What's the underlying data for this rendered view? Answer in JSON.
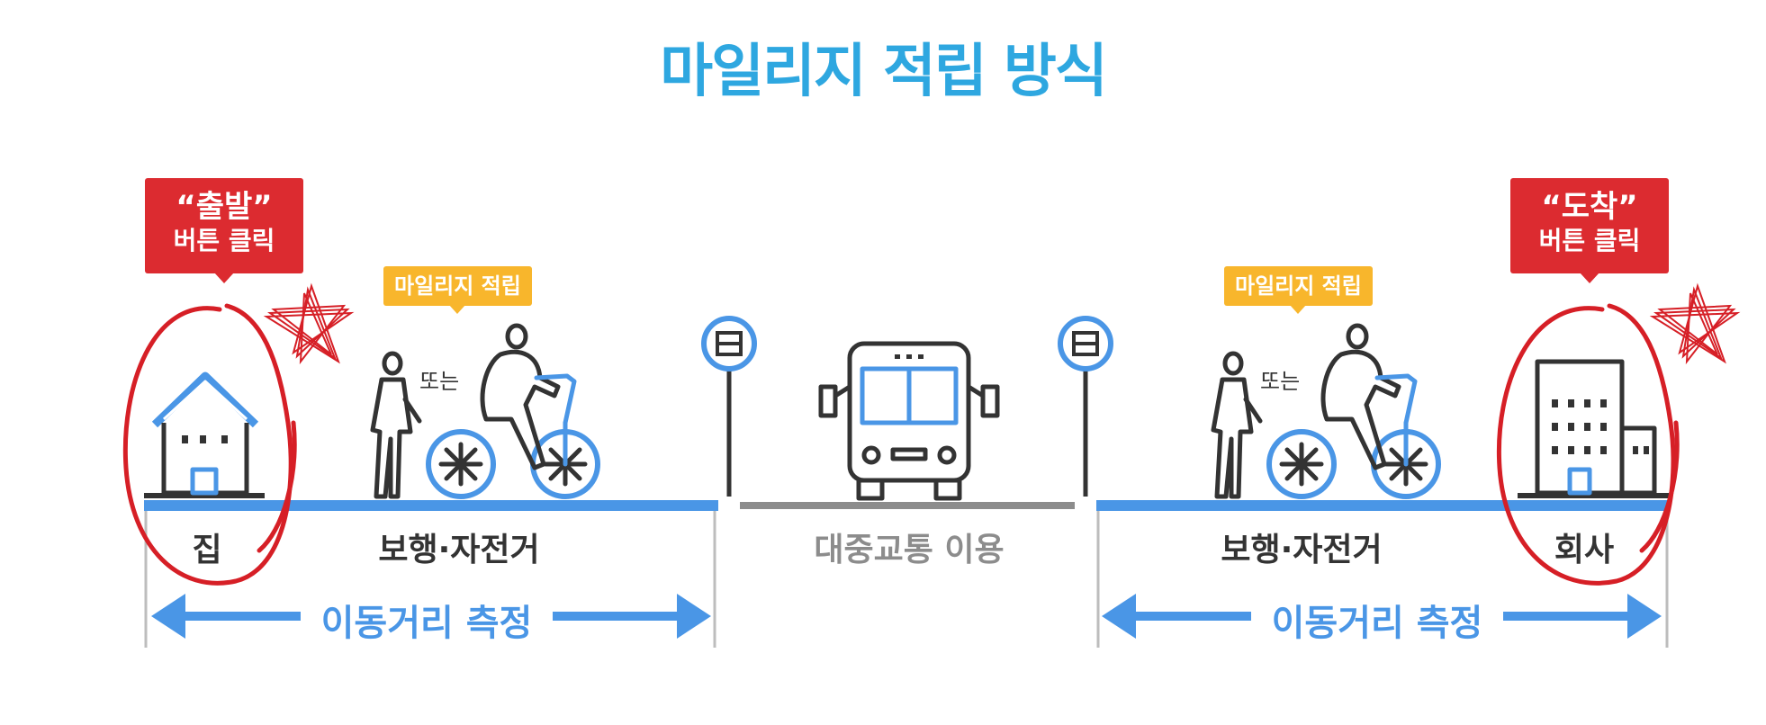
{
  "title": "마일리지 적립 방식",
  "start_callout": {
    "quote": "“출발”",
    "text": "버튼 클릭"
  },
  "end_callout": {
    "quote": "“도착”",
    "text": "버튼 클릭"
  },
  "mileage_badge_left": "마일리지 적립",
  "mileage_badge_right": "마일리지 적립",
  "or_left": "또는",
  "or_right": "또는",
  "labels": {
    "home": "집",
    "walk_bike_left": "보행·자전거",
    "public_transit": "대중교통 이용",
    "walk_bike_right": "보행·자전거",
    "company": "회사"
  },
  "measure_left": "이동거리 측정",
  "measure_right": "이동거리 측정",
  "colors": {
    "title": "#2ea7e0",
    "route_blue": "#4a96e6",
    "transit_gray": "#8c8c8c",
    "callout_red": "#dc2b30",
    "badge_yellow": "#f8b62c",
    "icon_dark": "#333333"
  },
  "icons": [
    "house-icon",
    "pedestrian-icon",
    "cyclist-icon",
    "bus-stop-icon",
    "bus-icon",
    "office-building-icon",
    "star-scribble-icon",
    "circle-highlight-icon",
    "arrow-left-icon",
    "arrow-right-icon"
  ]
}
